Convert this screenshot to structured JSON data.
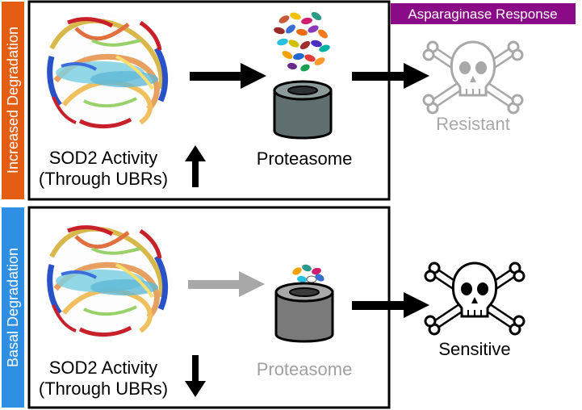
{
  "badge": {
    "label": "Asparaginase Response",
    "color": "#8b0a87"
  },
  "top_panel": {
    "side_label": "Increased Degradation",
    "side_color": "#e35d12",
    "activity_line1": "SOD2 Activity",
    "activity_line2": "(Through UBRs)",
    "activity_trend": "up",
    "proteasome_label": "Proteasome",
    "proteasome_label_color": "#000000",
    "outcome_label": "Resistant",
    "outcome_color": "#a8a8a8"
  },
  "bottom_panel": {
    "side_label": "Basal Degradation",
    "side_color": "#2e8fe3",
    "activity_line1": "SOD2 Activity",
    "activity_line2": "(Through UBRs)",
    "activity_trend": "down",
    "proteasome_label": "Proteasome",
    "proteasome_label_color": "#a0a0a0",
    "outcome_label": "Sensitive",
    "outcome_color": "#000000"
  },
  "icons": [
    "sod2-protein-structure",
    "proteasome-cylinder",
    "skull-crossbones",
    "arrow-right",
    "arrow-up",
    "arrow-down"
  ]
}
